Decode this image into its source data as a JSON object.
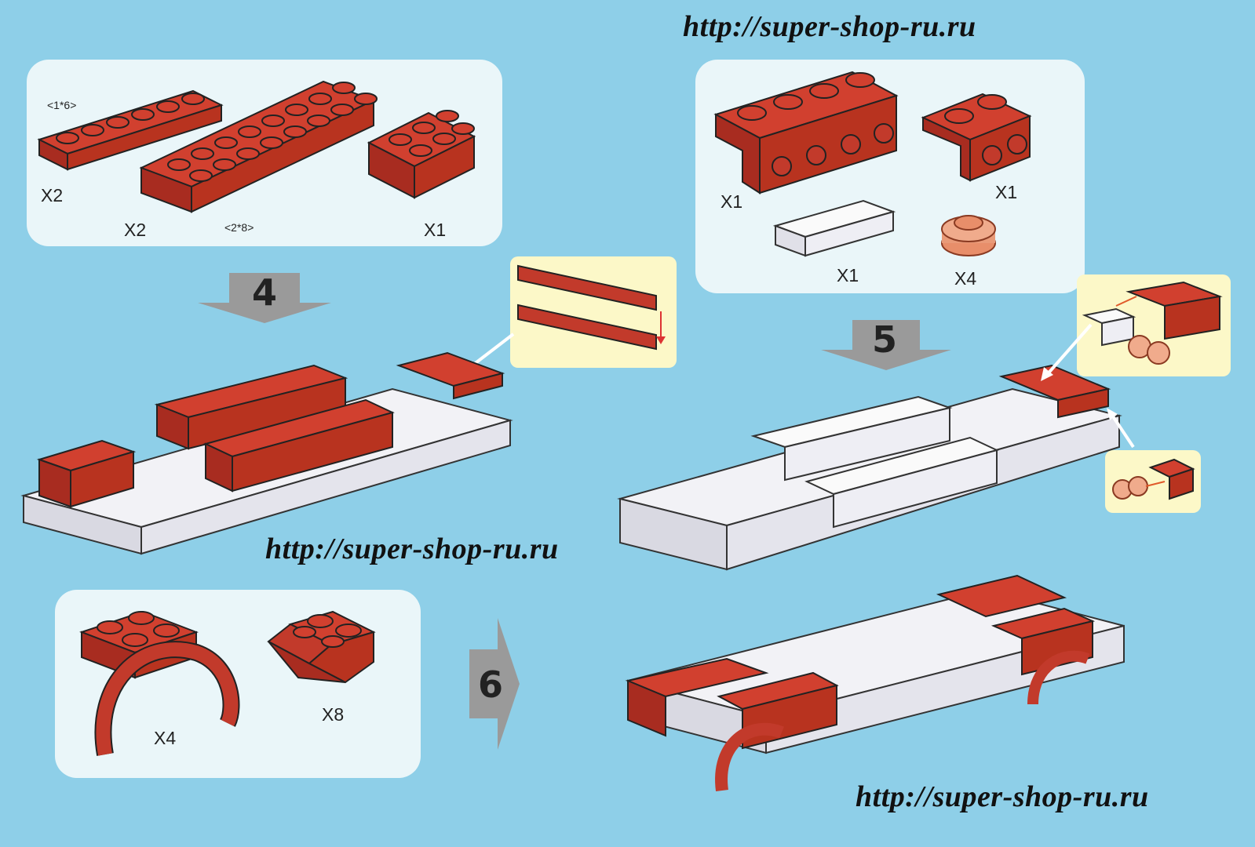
{
  "watermarks": {
    "top": "http://super-shop-ru.ru",
    "middle": "http://super-shop-ru.ru",
    "bottom": "http://super-shop-ru.ru"
  },
  "step4": {
    "number": "4",
    "parts": {
      "plate_1x6_dim": "<1*6>",
      "plate_1x6_qty": "X2",
      "brick_2x8_dim": "<2*8>",
      "brick_2x8_qty": "X2",
      "brick_2x3_qty": "X1"
    }
  },
  "step5": {
    "number": "5",
    "parts": {
      "side_stud_long_qty": "X1",
      "side_stud_short_qty": "X1",
      "tile_white_qty": "X1",
      "round_plate_qty": "X4"
    }
  },
  "step6": {
    "number": "6",
    "parts": {
      "wheel_arch_qty": "X4",
      "slope_brick_qty": "X8"
    }
  },
  "colors": {
    "background": "#8ecfe8",
    "panel": "#eaf6f9",
    "brick_red": "#c0392b",
    "brick_white": "#f2f2f6",
    "callout": "#fcf8c8",
    "arrow_grey": "#9a9a9a"
  }
}
